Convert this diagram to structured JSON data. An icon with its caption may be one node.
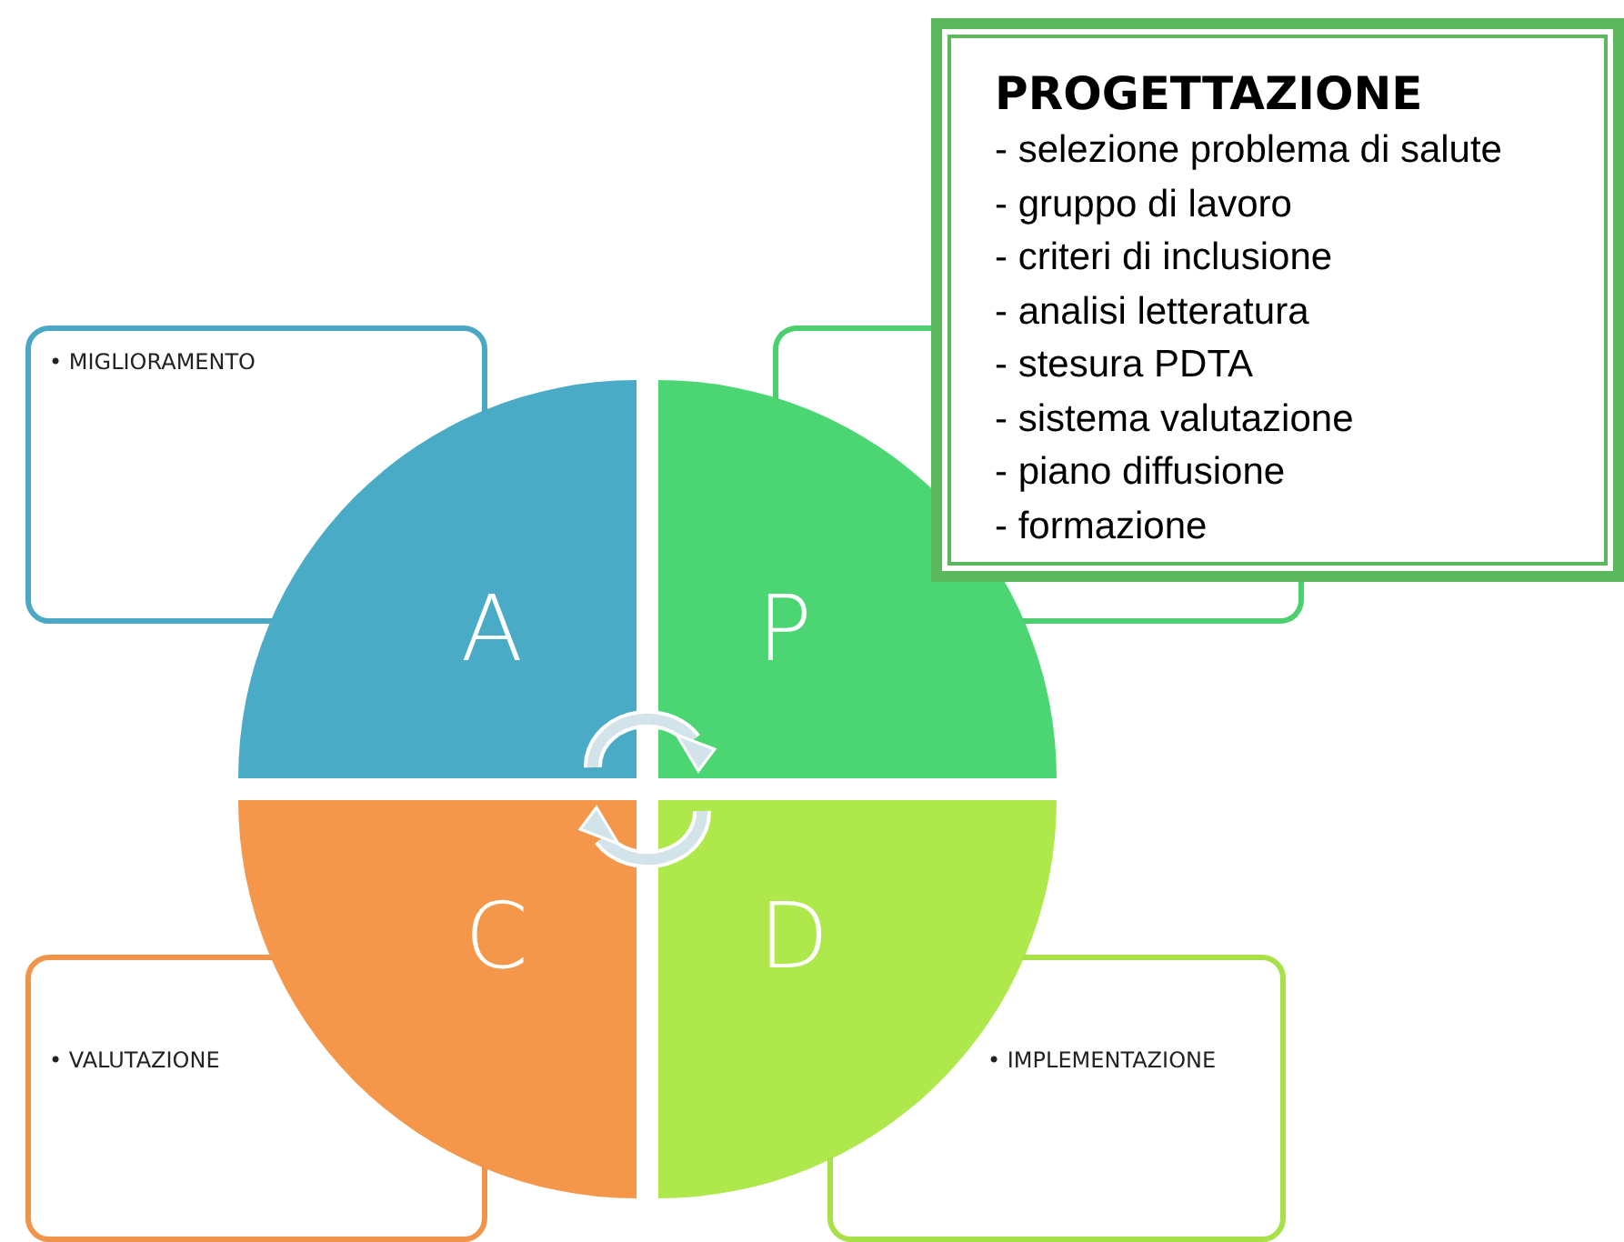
{
  "diagram": {
    "nodes": [
      {
        "text": [
          "PROGETTAZIONE",
          "- selezione problema di salute",
          "- gruppo di lavoro",
          "- criteri di inclusione",
          "- analisi letteratura",
          "- stesura PDTA",
          "- sistema valutazione",
          "- piano diffusione",
          "- formazione"
        ]
      },
      {
        "text": [
          "• MIGLIORAMENTO"
        ]
      },
      {
        "text": [],
        "shape": "box"
      },
      {
        "text": [
          "A"
        ]
      },
      {
        "text": [
          "P"
        ]
      },
      {
        "text": [
          "C"
        ]
      },
      {
        "text": [
          "D"
        ]
      },
      {
        "text": [
          "• VALUTAZIONE"
        ]
      },
      {
        "text": [
          "• IMPLEMENTAZIONE"
        ]
      }
    ],
    "edges": []
  }
}
